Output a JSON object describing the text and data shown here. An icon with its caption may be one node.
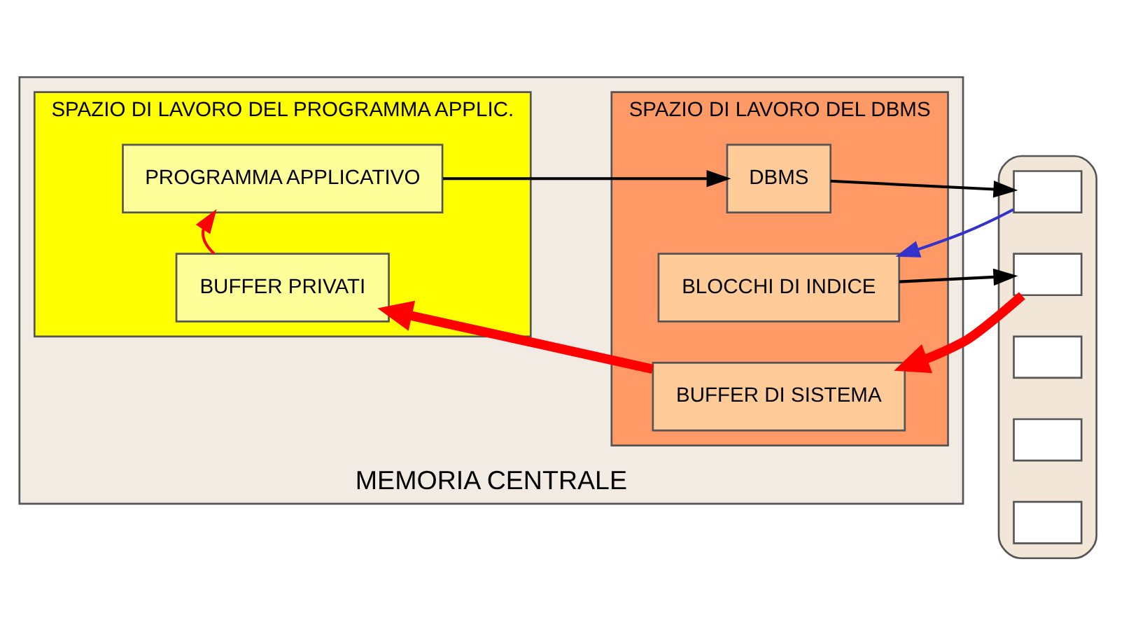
{
  "diagram": {
    "nodes": [
      {
        "text": [
          "MEMORIA CENTRALE"
        ]
      },
      {
        "text": [
          "SPAZIO DI LAVORO DEL PROGRAMMA APPLIC."
        ],
        "in": 0
      },
      {
        "text": [
          "PROGRAMMA APPLICATIVO"
        ],
        "in": 1
      },
      {
        "text": [
          "BUFFER PRIVATI"
        ],
        "in": 1
      },
      {
        "text": [
          "SPAZIO DI LAVORO DEL DBMS"
        ],
        "in": 0
      },
      {
        "text": [
          "DBMS"
        ],
        "in": 4
      },
      {
        "text": [
          "BLOCCHI DI INDICE"
        ],
        "in": 4
      },
      {
        "text": [
          "BUFFER DI SISTEMA"
        ],
        "in": 4
      },
      {
        "text": [],
        "shape": "cylinder"
      },
      {
        "text": [],
        "shape": "box",
        "in": 8
      },
      {
        "text": [],
        "shape": "box",
        "in": 8
      },
      {
        "text": [],
        "shape": "box",
        "in": 8
      },
      {
        "text": [],
        "shape": "box",
        "in": 8
      },
      {
        "text": [],
        "shape": "box",
        "in": 8
      }
    ],
    "edges": [
      {
        "from": 2,
        "to": 5,
        "arrow": "to"
      },
      {
        "from": 5,
        "to": 9,
        "arrow": "to"
      },
      {
        "from": 9,
        "to": 6,
        "arrow": "to",
        "color": "#3333cc"
      },
      {
        "from": 6,
        "to": 10,
        "arrow": "to"
      },
      {
        "from": 10,
        "to": 7,
        "arrow": "to",
        "style": "thick",
        "color": "#ff0000"
      },
      {
        "from": 7,
        "to": 3,
        "arrow": "to",
        "style": "thick",
        "color": "#ff0000"
      },
      {
        "from": 3,
        "to": 2,
        "arrow": "to",
        "color": "#ff0000"
      }
    ]
  }
}
